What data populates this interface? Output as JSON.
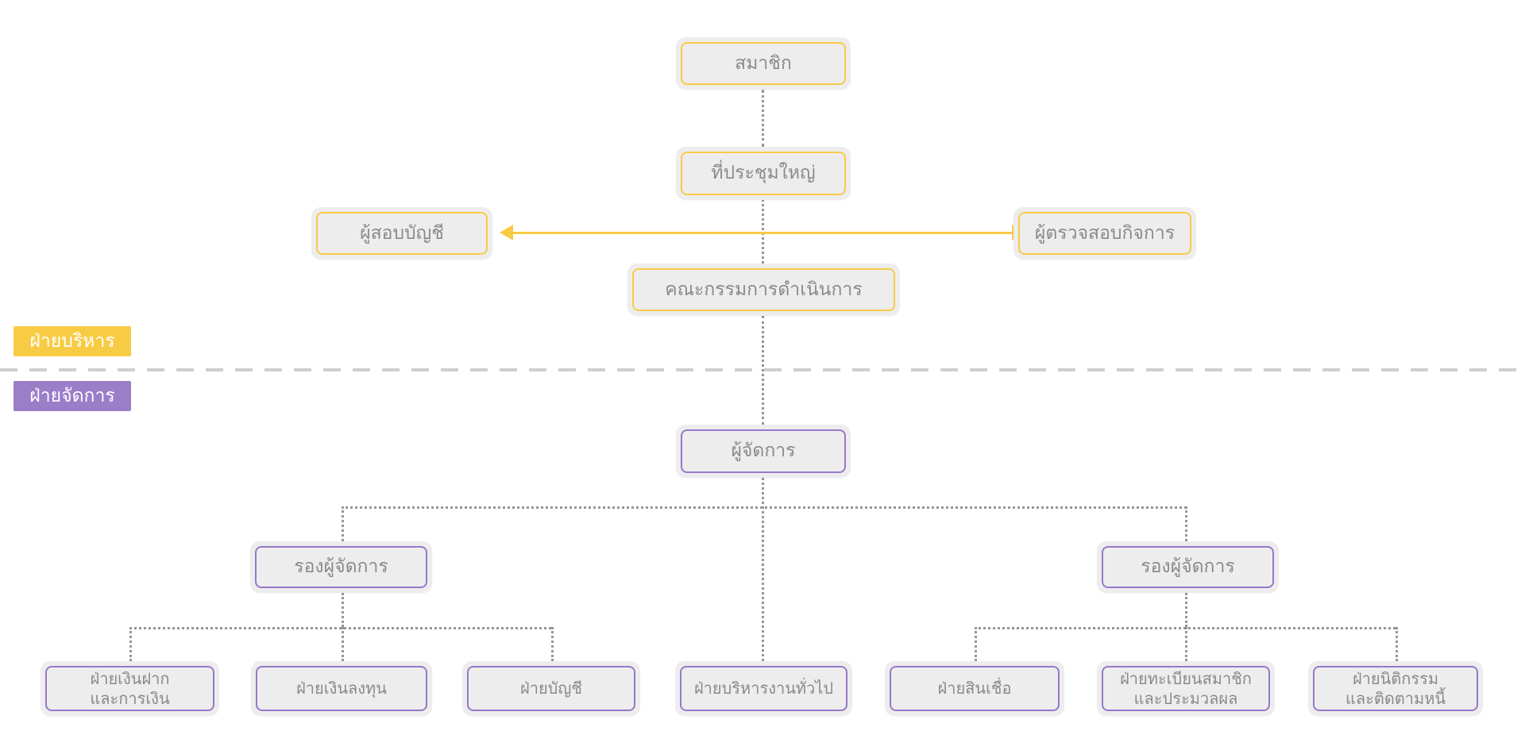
{
  "chart_type": "organization-chart",
  "legend": {
    "executive_label": "ฝ่ายบริหาร",
    "management_label": "ฝ่ายจัดการ"
  },
  "colors": {
    "accent_yellow": "#f9cb45",
    "accent_purple": "#9878c8",
    "badge_yellow": "#f8cb45",
    "badge_purple": "#9b7ec8",
    "node_background": "#ededee",
    "node_text": "#8a8a8a",
    "connector_dotted": "#969696",
    "divider_dashed": "#cfcfcf"
  },
  "nodes": {
    "members": "สมาชิก",
    "general_meeting": "ที่ประชุมใหญ่",
    "auditor": "ผู้สอบบัญชี",
    "inspector": "ผู้ตรวจสอบกิจการ",
    "board": "คณะกรรมการดำเนินการ",
    "manager": "ผู้จัดการ",
    "deputy_manager_left": "รองผู้จัดการ",
    "deputy_manager_right": "รองผู้จัดการ"
  },
  "departments": [
    {
      "label": "ฝ่ายเงินฝาก\nและการเงิน"
    },
    {
      "label": "ฝ่ายเงินลงทุน"
    },
    {
      "label": "ฝ่ายบัญชี"
    },
    {
      "label": "ฝ่ายบริหารงานทั่วไป"
    },
    {
      "label": "ฝ่ายสินเชื่อ"
    },
    {
      "label": "ฝ่ายทะเบียนสมาชิก\nและประมวลผล"
    },
    {
      "label": "ฝ่ายนิติกรรม\nและติดตามหนี้"
    }
  ]
}
